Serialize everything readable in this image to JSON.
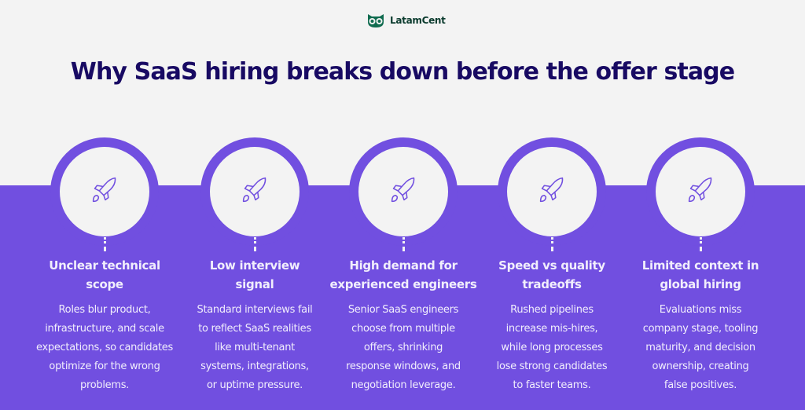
{
  "brand": {
    "name": "LatamCent",
    "logo_icon": "owl-icon",
    "logo_color": "#0f6b4f"
  },
  "title": "Why SaaS hiring breaks down before the offer stage",
  "colors": {
    "background": "#f3f3f3",
    "band": "#714fe0",
    "title": "#180a63",
    "text": "#f1eefc",
    "icon_stroke": "#714fe0"
  },
  "items": [
    {
      "icon": "rocket-icon",
      "heading": "Unclear technical scope",
      "heading_lines": [
        "Unclear technical",
        "scope"
      ],
      "description_lines": [
        "Roles blur product,",
        "infrastructure, and scale",
        "expectations, so candidates",
        "optimize for the wrong",
        "problems."
      ]
    },
    {
      "icon": "rocket-icon",
      "heading": "Low interview signal",
      "heading_lines": [
        "Low interview",
        "signal"
      ],
      "description_lines": [
        "Standard interviews fail",
        "to reflect SaaS realities",
        "like multi-tenant",
        "systems, integrations,",
        "or uptime pressure."
      ]
    },
    {
      "icon": "rocket-icon",
      "heading": "High demand for experienced engineers",
      "heading_lines": [
        "High demand for",
        "experienced engineers"
      ],
      "description_lines": [
        "Senior SaaS engineers",
        "choose from multiple",
        "offers, shrinking",
        "response windows, and",
        "negotiation leverage."
      ]
    },
    {
      "icon": "rocket-icon",
      "heading": "Speed vs quality tradeoffs",
      "heading_lines": [
        "Speed vs quality",
        "tradeoffs"
      ],
      "description_lines": [
        "Rushed pipelines",
        "increase mis-hires,",
        "while long processes",
        "lose strong candidates",
        "to faster teams."
      ]
    },
    {
      "icon": "rocket-icon",
      "heading": "Limited context in global hiring",
      "heading_lines": [
        "Limited context in",
        "global hiring"
      ],
      "description_lines": [
        "Evaluations miss",
        "company stage, tooling",
        "maturity, and decision",
        "ownership, creating",
        "false positives."
      ]
    }
  ]
}
